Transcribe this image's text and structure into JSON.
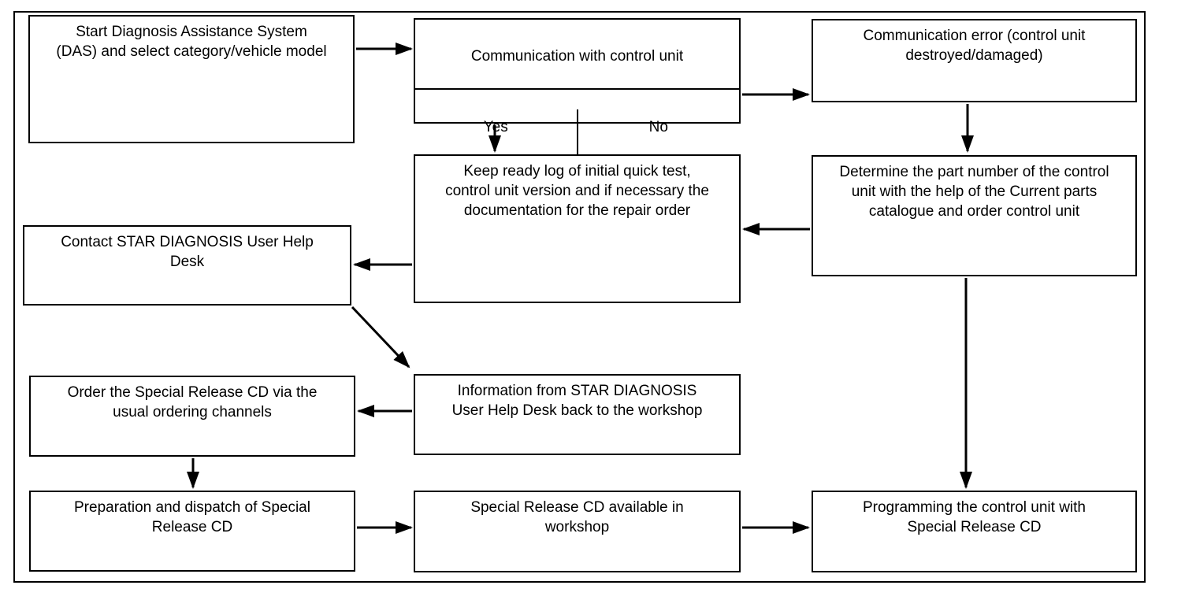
{
  "colors": {
    "background": "#ffffff",
    "line": "#000000",
    "text": "#000000"
  },
  "flowchart": {
    "nodes": {
      "start": "Start Diagnosis Assistance System\n(DAS) and select category/vehicle model",
      "comm_check": "Communication with control unit",
      "comm_yes": "Yes",
      "comm_no": "No",
      "comm_error": "Communication error (control unit\ndestroyed/damaged)",
      "keep_log": "Keep ready log of initial quick test,\ncontrol unit version and if necessary the\ndocumentation for the repair order",
      "determine_part": "Determine the part number of the control\nunit with the help of the Current parts\ncatalogue and order control unit",
      "contact_desk": "Contact STAR DIAGNOSIS User Help\nDesk",
      "order_cd": "Order the Special Release CD via the\nusual ordering channels",
      "info_back": "Information from STAR DIAGNOSIS\nUser Help Desk back to the workshop",
      "prepare_cd": "Preparation and dispatch of Special\nRelease CD",
      "cd_available": "Special Release CD available in\nworkshop",
      "programming": "Programming the control unit with\nSpecial Release CD"
    },
    "edges": [
      {
        "from": "start",
        "to": "comm_check"
      },
      {
        "from": "comm_no",
        "to": "comm_error"
      },
      {
        "from": "comm_yes",
        "to": "keep_log"
      },
      {
        "from": "comm_error",
        "to": "determine_part"
      },
      {
        "from": "determine_part",
        "to": "keep_log"
      },
      {
        "from": "keep_log",
        "to": "contact_desk"
      },
      {
        "from": "contact_desk",
        "to": "info_back"
      },
      {
        "from": "info_back",
        "to": "order_cd"
      },
      {
        "from": "order_cd",
        "to": "prepare_cd"
      },
      {
        "from": "prepare_cd",
        "to": "cd_available"
      },
      {
        "from": "cd_available",
        "to": "programming"
      },
      {
        "from": "determine_part",
        "to": "programming"
      }
    ]
  }
}
